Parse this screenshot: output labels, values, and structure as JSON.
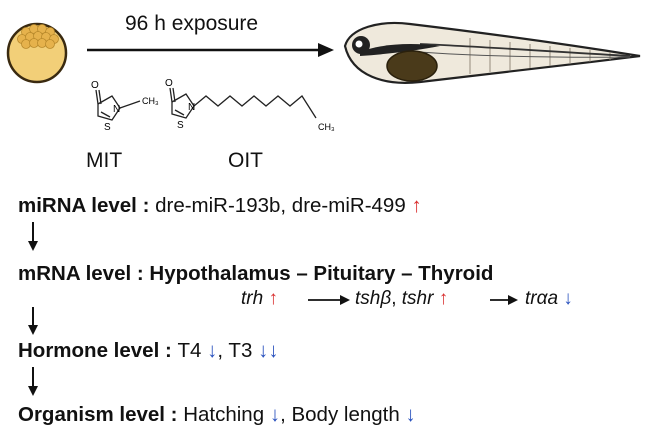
{
  "header": {
    "exposure_label": "96 h exposure"
  },
  "chemicals": {
    "mit_label": "MIT",
    "oit_label": "OIT",
    "mit_atoms": {
      "o": "O",
      "n": "N",
      "s": "S",
      "methyl": "CH₃"
    },
    "oit_atoms": {
      "o": "O",
      "n": "N",
      "s": "S",
      "methyl": "CH₃"
    }
  },
  "levels": {
    "mirna": {
      "label": "miRNA level",
      "sep": " : ",
      "text": "dre-miR-193b, dre-miR-499",
      "arrow": "↑"
    },
    "mrna": {
      "label": "mRNA level",
      "sep": " : ",
      "axis": "Hypothalamus – Pituitary – Thyroid",
      "genes": {
        "trh": "trh",
        "trh_arrow": "↑",
        "tshb": "tshβ",
        "comma": ",",
        "tshr": "tshr",
        "tshr_arrow": "↑",
        "thra": "trαa",
        "thra_arrow": "↓"
      }
    },
    "hormone": {
      "label": "Hormone level",
      "sep": " : ",
      "t4": "T4",
      "t4_arrow": "↓",
      "comma": ",",
      "t3": "T3",
      "t3_arrow": "↓↓"
    },
    "organism": {
      "label": "Organism level",
      "sep": " : ",
      "hatching": "Hatching",
      "hatching_arrow": "↓",
      "comma": ",",
      "body_length": "Body length",
      "body_length_arrow": "↓"
    }
  },
  "colors": {
    "increase": "#d93030",
    "decrease": "#2a52be",
    "egg_fill": "#f3d27a",
    "yolk": "#4a3a1a"
  }
}
